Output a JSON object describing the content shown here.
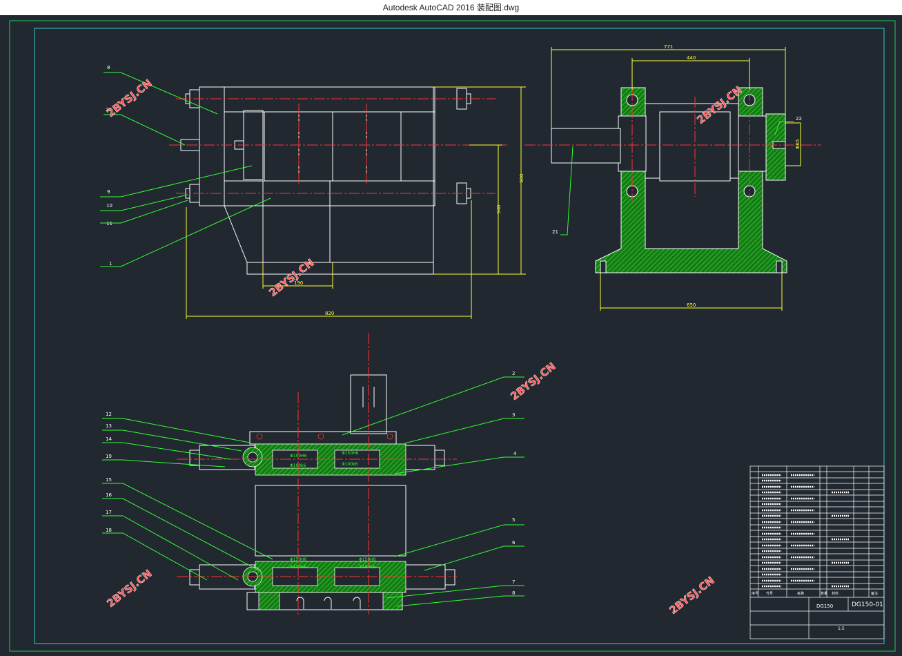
{
  "window": {
    "title": "Autodesk AutoCAD 2016     装配图.dwg"
  },
  "colors": {
    "background": "#212830",
    "geometry": "#ffffff",
    "leader": "#33ff33",
    "dimension": "#ffff33",
    "centerline": "#ff3333",
    "hatch": "#22bb22",
    "frame_inner": "#33cccc",
    "frame_outer": "#22cc55",
    "watermark": "#ff5a5a"
  },
  "watermark": "2BYSJ.CN",
  "top_view": {
    "part_labels": [
      "8",
      "20",
      "9",
      "10",
      "11",
      "1"
    ],
    "dimensions": {
      "overall_width": "820",
      "overall_height": "500",
      "height_340": "340",
      "inner_190": "190"
    }
  },
  "side_view": {
    "part_labels": [
      "21",
      "22"
    ],
    "dimensions": {
      "top_771": "771",
      "top_440": "440",
      "base_650": "650",
      "shaft_dia": "Φ65"
    }
  },
  "bottom_view": {
    "left_labels": [
      "12",
      "13",
      "14",
      "19",
      "15",
      "16",
      "17",
      "18"
    ],
    "right_labels": [
      "2",
      "3",
      "4",
      "5",
      "6",
      "7",
      "8"
    ],
    "fits": [
      "Φ150H6",
      "Φ100k6",
      "Φ150H6",
      "Φ100k6",
      "Φ150H6",
      "Φ100k6",
      "Φ150H6",
      "Φ100k6"
    ]
  },
  "title_block": {
    "drawing_no": "DG150-01",
    "assembly_title": "DG150",
    "scale": "1:5",
    "bom_header": [
      "序号",
      "代号",
      "名称",
      "数量",
      "材料",
      "备注"
    ]
  }
}
